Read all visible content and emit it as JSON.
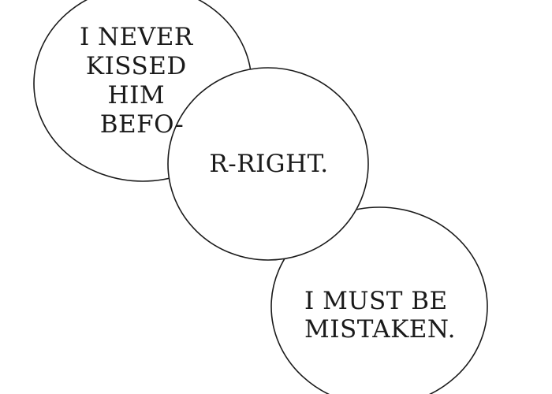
{
  "panel": {
    "background": "#ffffff",
    "outline_color": "#1a1a1a",
    "text_color": "#1a1a1a"
  },
  "bubbles": [
    {
      "lines": [
        "I NEVER",
        "KISSED",
        "HIM",
        "BEFO-"
      ]
    },
    {
      "lines": [
        "R-RIGHT."
      ]
    },
    {
      "lines": [
        "I MUST BE",
        "MISTAKEN."
      ]
    }
  ]
}
